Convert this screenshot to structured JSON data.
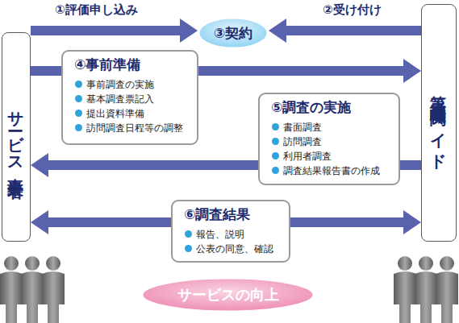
{
  "diagram": {
    "nodes": [
      {
        "text": [
          "サービス事業者"
        ]
      },
      {
        "text": [
          "第三者評価機関エイド"
        ]
      },
      {
        "text": [
          "③契約"
        ]
      },
      {
        "text": [
          "④事前準備",
          "事前調査の実施",
          "基本調査票記入",
          "提出資料準備",
          "訪問調査日程等の調整"
        ]
      },
      {
        "text": [
          "⑤調査の実施",
          "書面調査",
          "訪問調査",
          "利用者調査",
          "調査結果報告書の作成"
        ]
      },
      {
        "text": [
          "⑥調査結果",
          "報告、説明",
          "公表の同意、確認"
        ]
      },
      {
        "text": [
          "サービスの向上"
        ]
      }
    ],
    "edges": [
      {
        "from": 0,
        "to": 2,
        "label": "①評価申し込み",
        "arrow": "to"
      },
      {
        "from": 1,
        "to": 2,
        "label": "②受け付け",
        "arrow": "to"
      },
      {
        "from": 0,
        "to": 1,
        "arrow": "to"
      },
      {
        "from": 1,
        "to": 0,
        "arrow": "to"
      },
      {
        "from": 0,
        "to": 1,
        "arrow": "both"
      }
    ]
  }
}
